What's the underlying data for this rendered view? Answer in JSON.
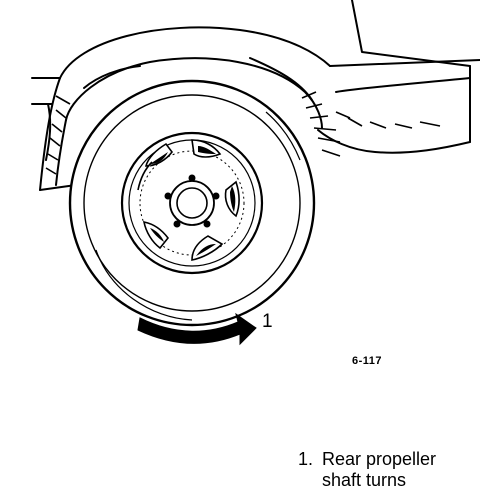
{
  "figure_code": "6-117",
  "callouts": [
    {
      "number": "1"
    }
  ],
  "legend": [
    {
      "index": "1.",
      "line1": "Rear propeller",
      "line2": "shaft turns"
    }
  ]
}
